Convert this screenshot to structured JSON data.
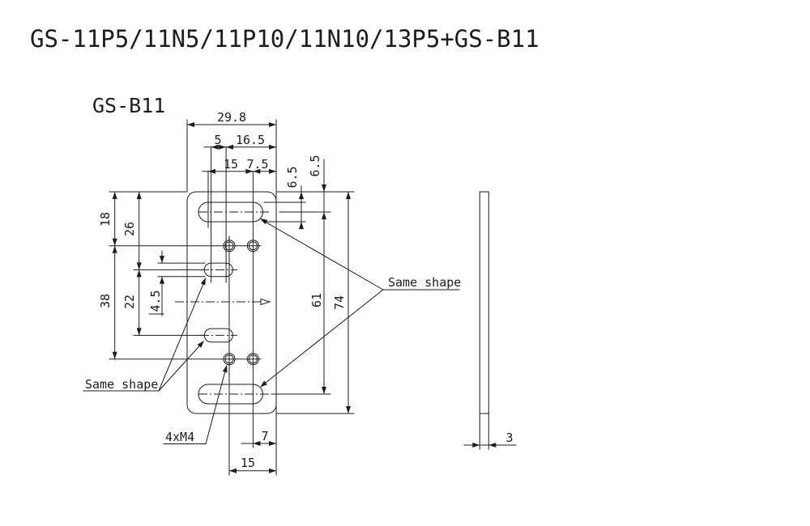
{
  "title": "GS-11P5/11N5/11P10/11N10/13P5+GS-B11",
  "view_label": "GS-B11",
  "annotations": {
    "same_shape_left": "Same shape",
    "same_shape_right": "Same shape",
    "thread_callout": "4xM4"
  },
  "dimensions": {
    "plate_width": "29.8",
    "left_slot_arc_pitch": "5",
    "left_slot_to_edge": "16.5",
    "top_slot_arc_pitch": "15",
    "top_slot_to_edge": "7.5",
    "top_slot_height": "6.5",
    "top_slot_offset": "6.5",
    "top_edge_to_holes": "18",
    "top_edge_to_left_slot": "26",
    "hole_rows_span": "38",
    "left_slots_pitch": "22",
    "left_slot_height": "4.5",
    "slot_centers_span": "61",
    "plate_height": "74",
    "hole_to_edge": "7",
    "holes_to_edge": "15",
    "thickness": "3"
  },
  "colors": {
    "line": "#1c1c1c",
    "background": "#ffffff"
  }
}
